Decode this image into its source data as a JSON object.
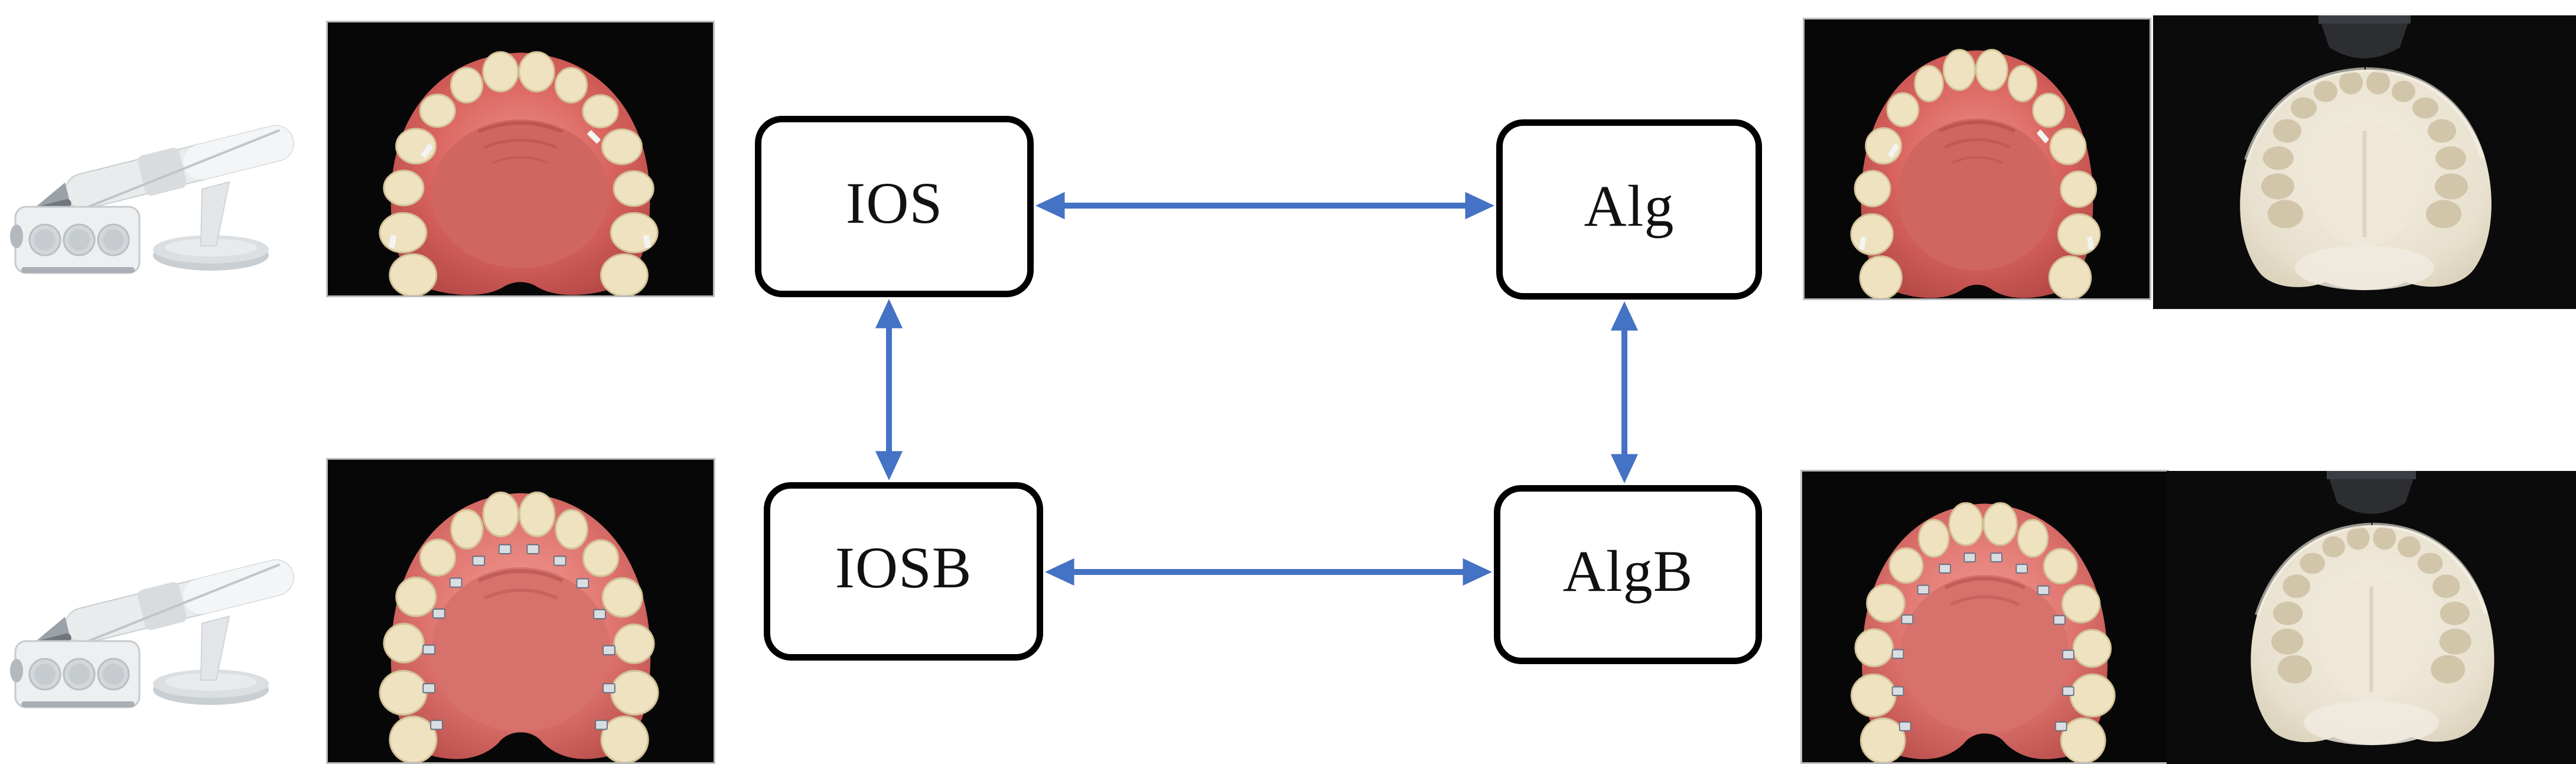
{
  "diagram": {
    "nodes": [
      {
        "id": "ios",
        "label": "IOS"
      },
      {
        "id": "alg",
        "label": "Alg"
      },
      {
        "id": "iosb",
        "label": "IOSB"
      },
      {
        "id": "algb",
        "label": "AlgB"
      }
    ],
    "edges": [
      {
        "from": "IOS",
        "to": "Alg",
        "type": "bidirectional-arrow"
      },
      {
        "from": "IOSB",
        "to": "AlgB",
        "type": "bidirectional-arrow"
      },
      {
        "from": "IOS",
        "to": "IOSB",
        "type": "bidirectional-arrow"
      },
      {
        "from": "Alg",
        "to": "AlgB",
        "type": "bidirectional-arrow"
      }
    ],
    "colors": {
      "arrow": "#4472C4",
      "node_border": "#000000",
      "node_fill": "#FFFFFF",
      "background": "#FFFFFF"
    }
  },
  "figures": {
    "top_row": [
      "intraoral-scanner-product-photo",
      "maxillary-typodont-occlusal-photo",
      "maxillary-typodont-occlusal-photo",
      "maxillary-stone-cast-occlusal-photo"
    ],
    "bottom_row": [
      "intraoral-scanner-product-photo",
      "maxillary-typodont-lingual-brackets-photo",
      "maxillary-typodont-lingual-brackets-photo",
      "maxillary-stone-cast-occlusal-photo"
    ]
  }
}
